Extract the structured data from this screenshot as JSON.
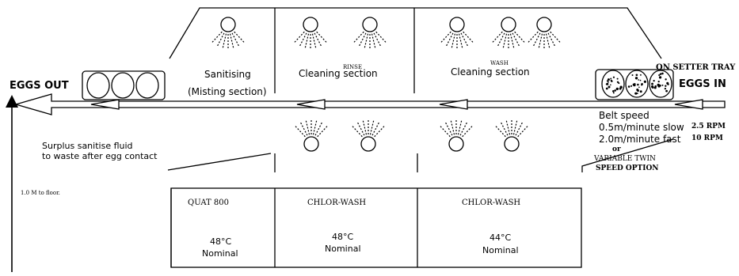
{
  "labels": {
    "eggs_out": "EGGS OUT",
    "eggs_in": "EGGS IN",
    "on_setter_tray": "ON SETTER TRAY",
    "sanitising": "Sanitising",
    "misting_section": "(Misting section)",
    "rinse": "RINSE",
    "rinse_cleaning": "Cleaning section",
    "wash": "WASH",
    "wash_cleaning": "Cleaning section",
    "belt_speed": "Belt speed",
    "speed_slow": "0.5m/minute slow",
    "speed_fast": "2.0m/minute fast",
    "rpm_slow": "2.5 RPM",
    "rpm_fast": "10 RPM",
    "or": "or",
    "variable_1": "VARIABLE TWIN",
    "variable_2": "SPEED OPTION",
    "surplus_1": "Surplus sanitise fluid",
    "surplus_2": "to waste after egg contact",
    "height": "1.0 M to floor."
  },
  "tanks": [
    {
      "name": "QUAT 800",
      "temp": "48°C",
      "nominal": "Nominal"
    },
    {
      "name": "CHLOR-WASH",
      "temp": "48°C",
      "nominal": "Nominal"
    },
    {
      "name": "CHLOR-WASH",
      "temp": "44°C",
      "nominal": "Nominal"
    }
  ],
  "colors": {
    "ink": "#000000",
    "background": "#ffffff"
  }
}
